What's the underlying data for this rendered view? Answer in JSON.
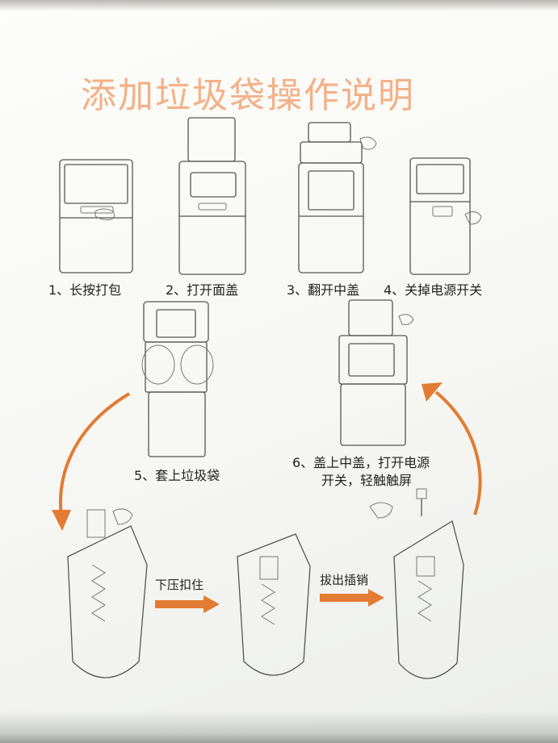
{
  "title": "添加垃圾袋操作说明",
  "steps": [
    {
      "label": "1、长按打包"
    },
    {
      "label": "2、打开面盖"
    },
    {
      "label": "3、翻开中盖"
    },
    {
      "label": "4、关掉电源开关"
    },
    {
      "label": "5、套上垃圾袋"
    },
    {
      "label_line1": "6、盖上中盖，打开电源",
      "label_line2": "开关，轻触触屏"
    }
  ],
  "arrows": {
    "press_label": "下压扣住",
    "pull_label": "拔出插销"
  },
  "colors": {
    "title": "#f3b187",
    "arrows": "#e37b32",
    "line_art": "#555555"
  }
}
